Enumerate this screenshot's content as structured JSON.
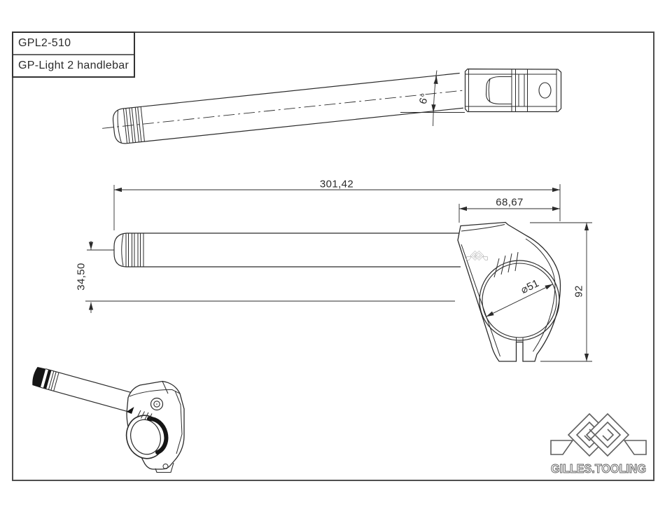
{
  "drawing": {
    "title_block": {
      "part_number": "GPL2-510",
      "part_name": "GP-Light 2 handlebar"
    },
    "views": {
      "top": {
        "tube_angle": "6°"
      },
      "side": {
        "overall_length": "301,42",
        "clamp_length": "68,67",
        "bar_center_offset": "34,50",
        "clamp_height": "92",
        "bore_diameter": "⌀51"
      }
    },
    "brand": {
      "wordmark": "GILLES.TOOLING"
    },
    "colors": {
      "background": "#ffffff",
      "line": "#2b2b2b",
      "frame": "#4f4f4f",
      "logo_outline": "#5f5f5f"
    }
  }
}
